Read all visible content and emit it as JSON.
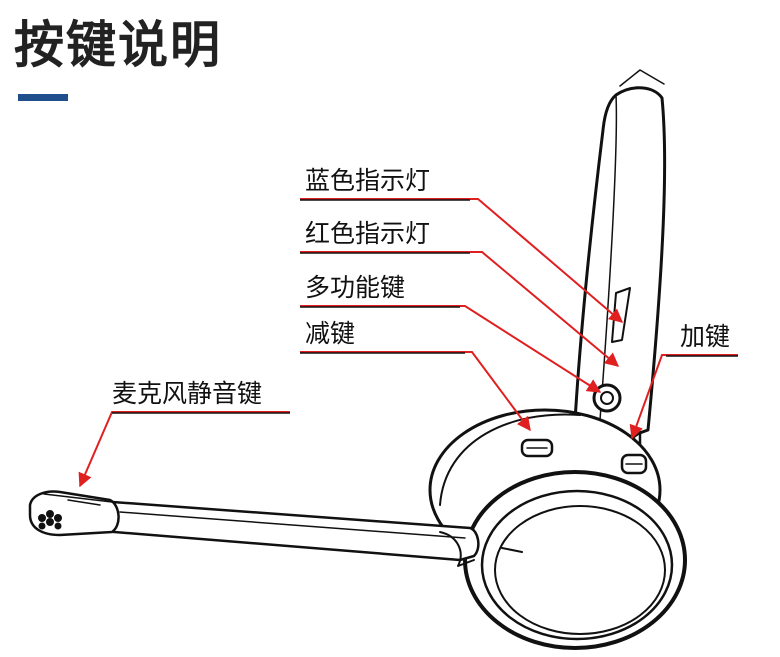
{
  "title": "按键说明",
  "colors": {
    "accent": "#1f4e8c",
    "leader": "#e02020",
    "ink": "#111111"
  },
  "labels": {
    "blue_indicator": "蓝色指示灯",
    "red_indicator": "红色指示灯",
    "multifunction_key": "多功能键",
    "minus_key": "减键",
    "plus_key": "加键",
    "mic_mute_key": "麦克风静音键"
  }
}
